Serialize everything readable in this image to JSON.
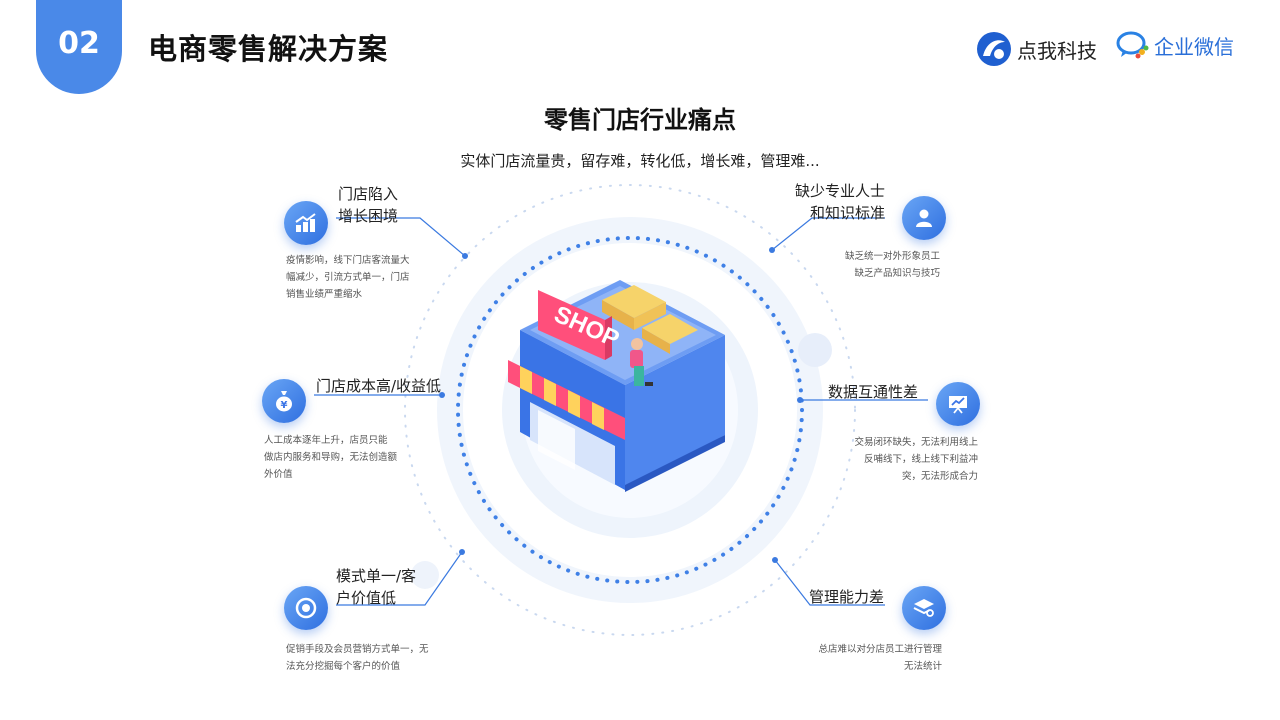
{
  "header": {
    "number": "02",
    "title": "电商零售解决方案",
    "brand1": "点我科技",
    "brand2": "企业微信"
  },
  "section": {
    "title": "零售门店行业痛点",
    "subtitle": "实体门店流量贵，留存难，转化低，增长难，管理难..."
  },
  "shop_sign": "SHOP",
  "points": {
    "growth": {
      "title_l1": "门店陷入",
      "title_l2": "增长困境",
      "desc_l1": "疫情影响，线下门店客流量大",
      "desc_l2": "幅减少，引流方式单一，门店",
      "desc_l3": "销售业绩严重缩水",
      "icon": "chart-up-icon"
    },
    "cost": {
      "title": "门店成本高/收益低",
      "desc_l1": "人工成本逐年上升，店员只能",
      "desc_l2": "做店内服务和导购，无法创造额",
      "desc_l3": "外价值",
      "icon": "money-bag-icon"
    },
    "model": {
      "title_l1": "模式单一/客",
      "title_l2": "户价值低",
      "desc_l1": "促销手段及会员营销方式单一，无",
      "desc_l2": "法充分挖掘每个客户的价值",
      "icon": "target-icon"
    },
    "expert": {
      "title_l1": "缺少专业人士",
      "title_l2": "和知识标准",
      "desc_l1": "缺乏统一对外形象员工",
      "desc_l2": "缺乏产品知识与技巧",
      "icon": "user-icon"
    },
    "data": {
      "title": "数据互通性差",
      "desc_l1": "交易闭环缺失，无法利用线上",
      "desc_l2": "反哺线下，线上线下利益冲",
      "desc_l3": "突，无法形成合力",
      "icon": "presentation-icon"
    },
    "manage": {
      "title": "管理能力差",
      "desc_l1": "总店难以对分店员工进行管理",
      "desc_l2": "无法统计",
      "icon": "manage-icon"
    }
  },
  "colors": {
    "accent": "#4a89e8",
    "line": "#3b7ae0"
  }
}
